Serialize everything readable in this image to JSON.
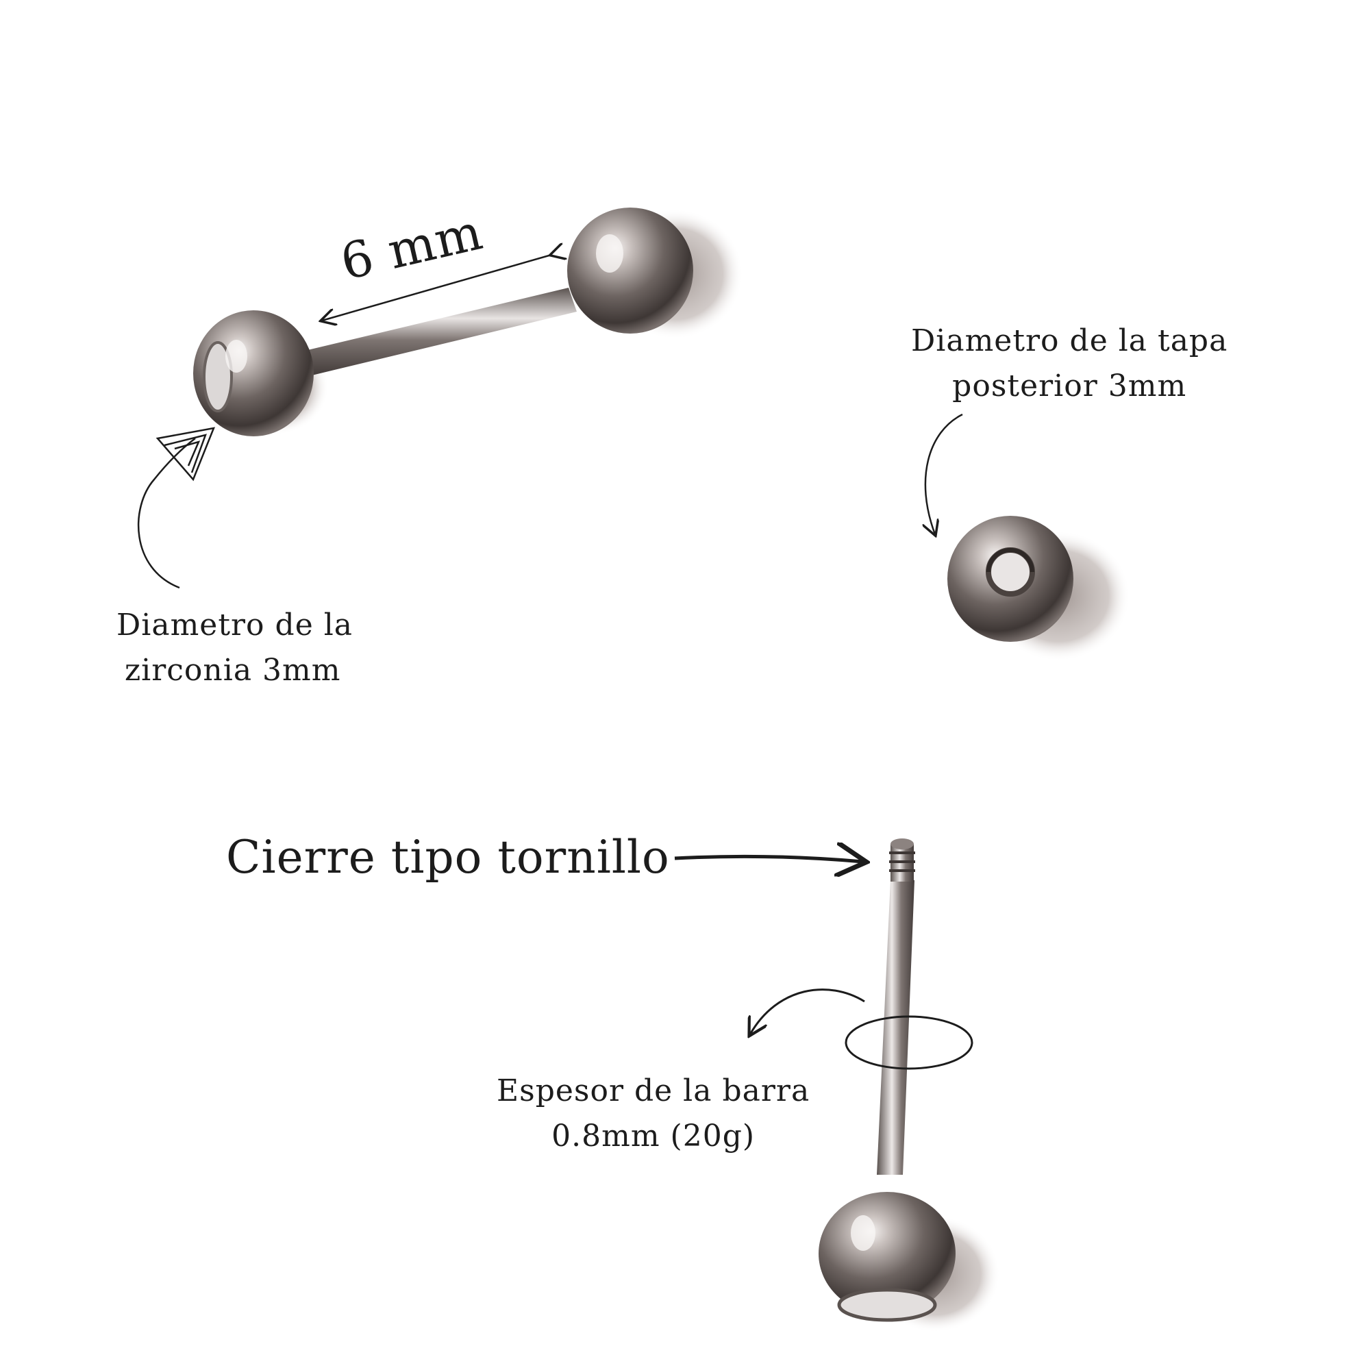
{
  "annotations": {
    "length": "6 mm",
    "zirconia": {
      "line1": "Diametro de la",
      "line2": "zirconia  3mm"
    },
    "back_cap": {
      "line1": "Diametro de la tapa",
      "line2": "posterior 3mm"
    },
    "closure": "Cierre tipo tornillo",
    "thickness": {
      "line1": "Espesor de la barra",
      "line2": "0.8mm (20g)"
    }
  },
  "colors": {
    "background": "#ffffff",
    "ink": "#1c1c1c",
    "metal_dark": "#4a423f",
    "metal_mid": "#8c8380",
    "metal_light": "#f2efee",
    "shadow": "#a99e9a"
  }
}
